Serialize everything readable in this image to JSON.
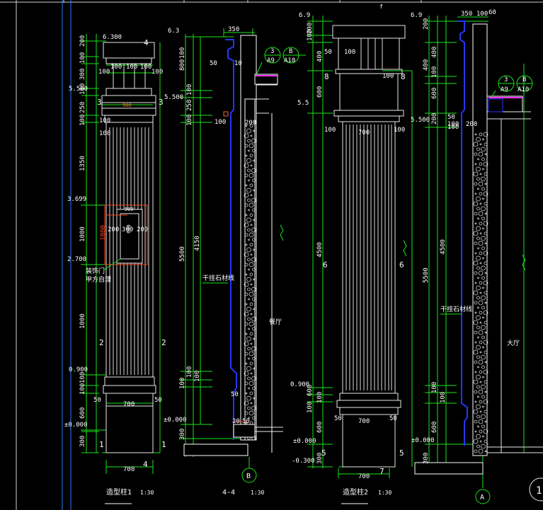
{
  "header": {
    "mark": "f"
  },
  "col1": {
    "elevations": [
      "6.300",
      "5.500",
      "3.699",
      "2.700",
      "0.900",
      "±0.000"
    ],
    "dims_left": [
      "200",
      "100",
      "300",
      "100",
      "250",
      "100",
      "1350",
      "1000",
      "1000",
      "100",
      "100",
      "600",
      "300"
    ],
    "dims_row": [
      "100",
      "100",
      "100",
      "100",
      "100"
    ],
    "width_mid": "900",
    "width_700a": "700",
    "width_700b": "700",
    "section_marks": [
      "4",
      "3",
      "3",
      "2",
      "2",
      "1",
      "1",
      "4"
    ],
    "small": [
      "50",
      "50",
      "100",
      "100"
    ],
    "box_dims": [
      "200",
      "300",
      "200",
      "1000",
      "500",
      "600"
    ],
    "note": [
      "装饰门",
      "甲方自理"
    ],
    "title": "造型柱1",
    "scale": "1:30"
  },
  "col2": {
    "elevations": [
      "6.3",
      "5.500",
      "±0.000"
    ],
    "dims_left": [
      "800",
      "100",
      "100",
      "250",
      "100",
      "4150",
      "5500",
      "100",
      "100",
      "100",
      "300"
    ],
    "top_dim": "350",
    "small": [
      "50",
      "10",
      "100",
      "200",
      "50",
      "20",
      "50"
    ],
    "callouts": [
      {
        "num": "3",
        "ref": "A9"
      },
      {
        "num": "B",
        "ref": "A10"
      }
    ],
    "label_stone": "干挂石材线",
    "label_room": "餐厅",
    "axis": "B",
    "title": "4-4",
    "scale": "1:30"
  },
  "col3": {
    "elevations": [
      "6.9",
      "5.5",
      "0.900",
      "±0.000",
      "-0.300"
    ],
    "dims_left": [
      "200",
      "100",
      "400",
      "600",
      "4500",
      "600",
      "100",
      "100",
      "600",
      "300"
    ],
    "dims": [
      "100",
      "50",
      "100",
      "100",
      "700",
      "100",
      "50",
      "700",
      "50",
      "700"
    ],
    "section_marks": [
      "8",
      "8",
      "6",
      "6",
      "5",
      "5",
      "7"
    ],
    "title": "造型柱2",
    "scale": "1:30"
  },
  "col4": {
    "elevations": [
      "6.9",
      "5.500",
      "±0.000"
    ],
    "dims_left": [
      "200",
      "400",
      "100",
      "600",
      "200",
      "4500",
      "5500",
      "100",
      "100",
      "600",
      "300"
    ],
    "top_dims": [
      "350",
      "100",
      "60"
    ],
    "small": [
      "50",
      "100",
      "100",
      "200"
    ],
    "callouts": [
      {
        "num": "3",
        "ref": "A9"
      },
      {
        "num": "B",
        "ref": "A10"
      }
    ],
    "label_stone": "干挂石材线",
    "label_room": "大厅",
    "axis": "A"
  },
  "corner_mark": "1"
}
